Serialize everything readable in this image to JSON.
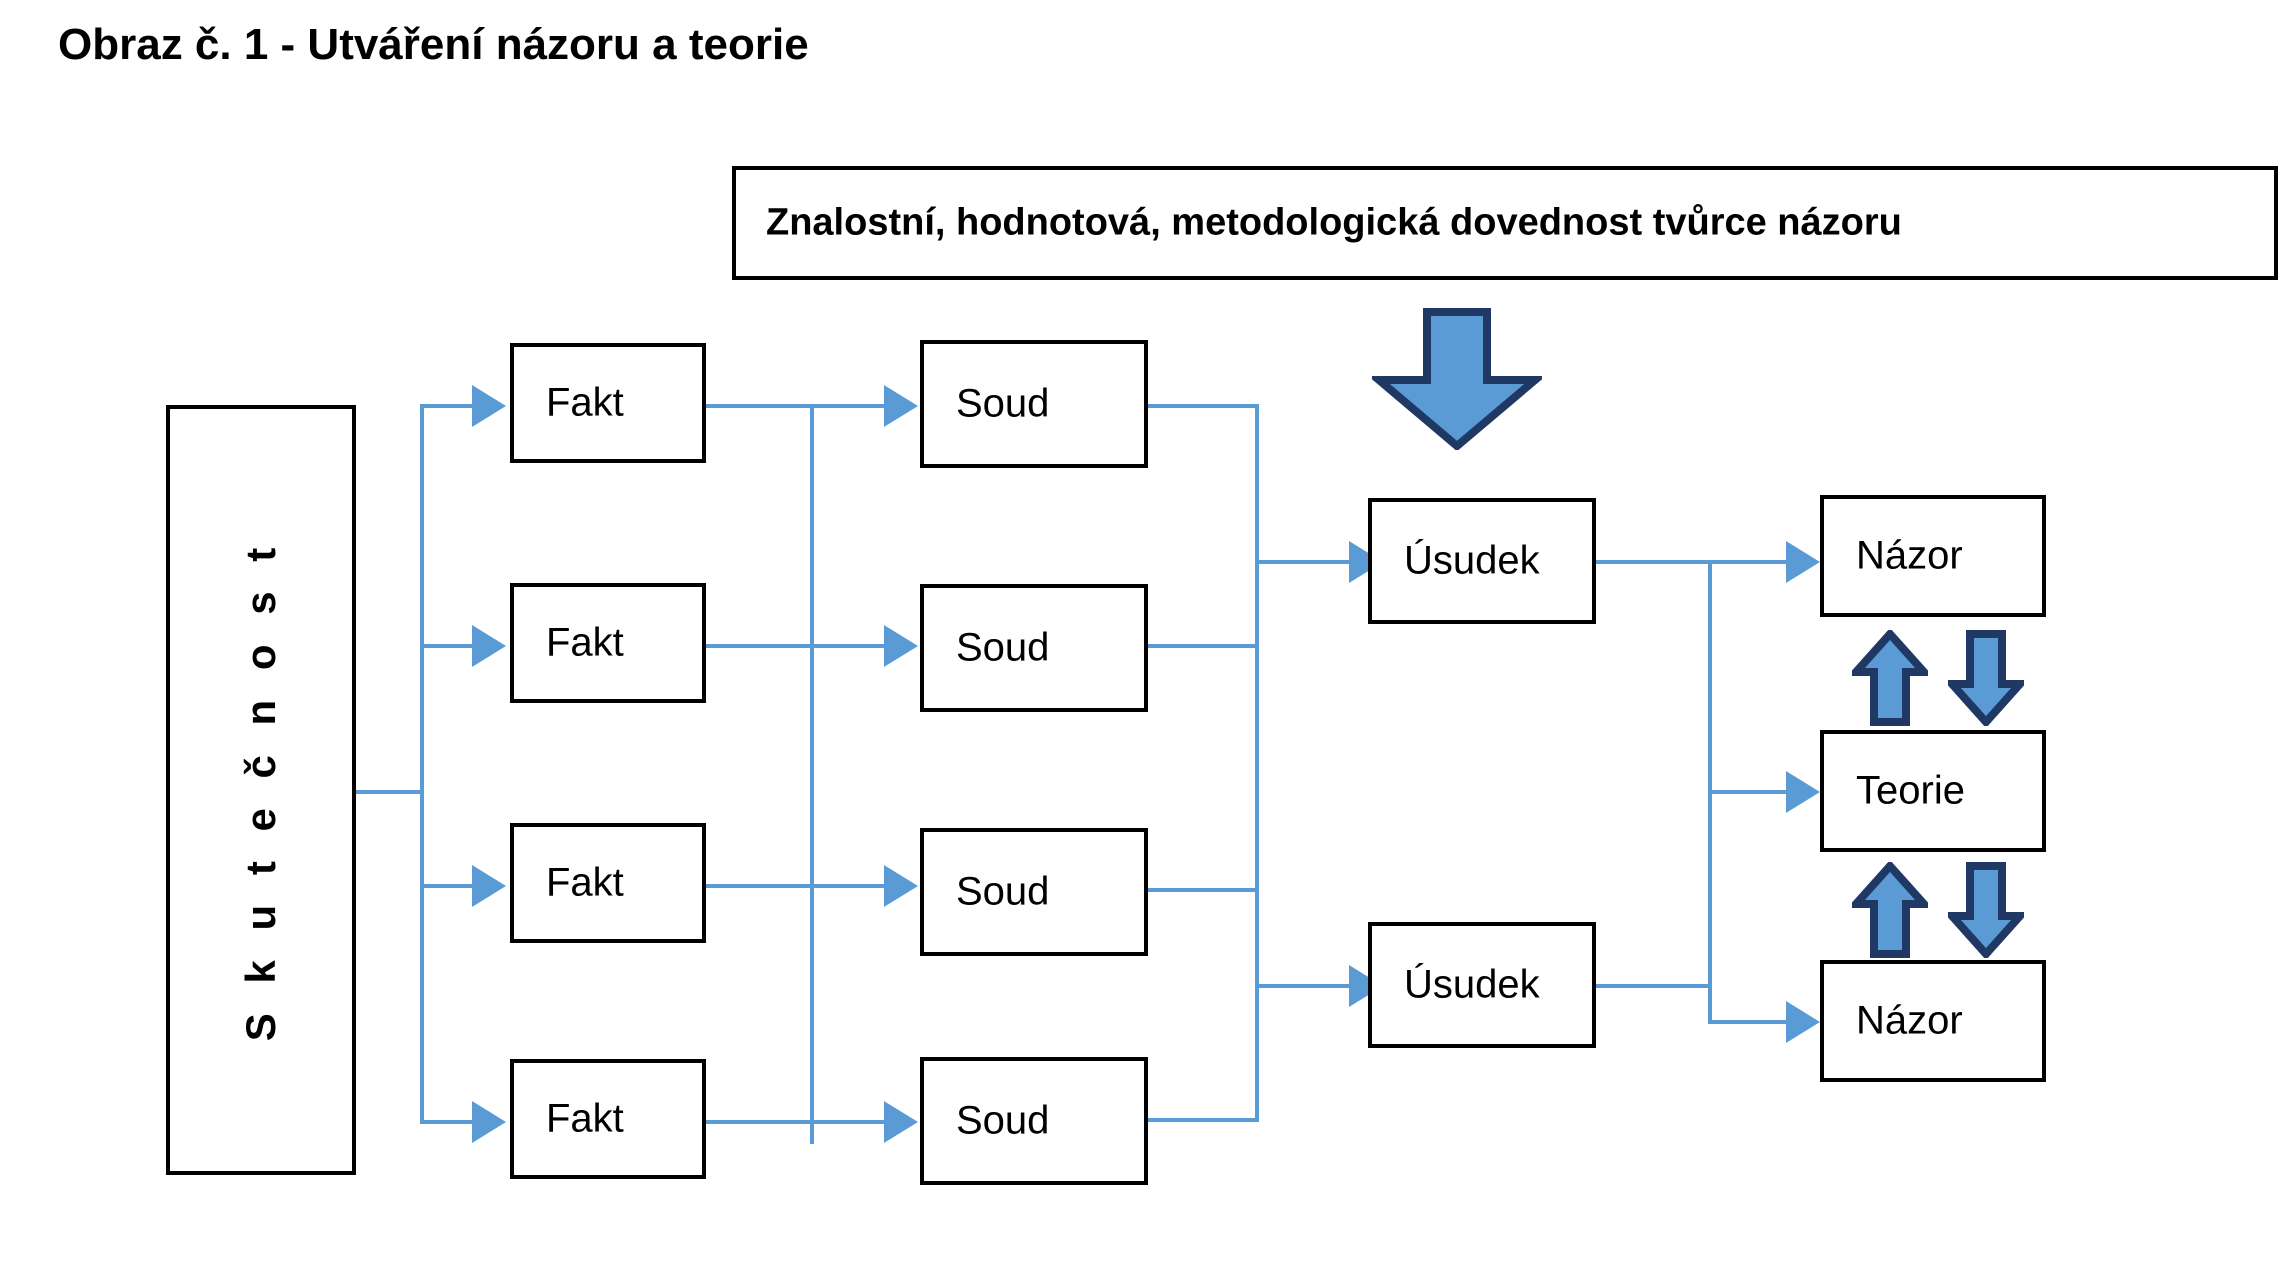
{
  "title": "Obraz č. 1 - Utváření názoru a teorie",
  "header": {
    "text": "Znalostní, hodnotová, metodologická dovednost tvůrce názoru"
  },
  "colors": {
    "box_border": "#000000",
    "connector": "#5B9BD5",
    "block_arrow_fill": "#5B9BD5",
    "block_arrow_outline": "#1F3864",
    "background": "#FFFFFF",
    "text": "#000000"
  },
  "reality": {
    "label": "S k u t e č n o s t",
    "plain": "Skutečnost"
  },
  "facts": [
    {
      "label": "Fakt"
    },
    {
      "label": "Fakt"
    },
    {
      "label": "Fakt"
    },
    {
      "label": "Fakt"
    }
  ],
  "judgements": [
    {
      "label": "Soud"
    },
    {
      "label": "Soud"
    },
    {
      "label": "Soud"
    },
    {
      "label": "Soud"
    }
  ],
  "inferences": [
    {
      "label": "Úsudek"
    },
    {
      "label": "Úsudek"
    }
  ],
  "outcomes": {
    "opinion_top": "Názor",
    "theory": "Teorie",
    "opinion_bottom": "Názor"
  },
  "icons": {
    "big_down_arrow": "arrow-down-icon",
    "feedback_up": "arrow-up-icon",
    "feedback_down": "arrow-down-icon",
    "connector_arrow": "arrow-right-icon"
  }
}
